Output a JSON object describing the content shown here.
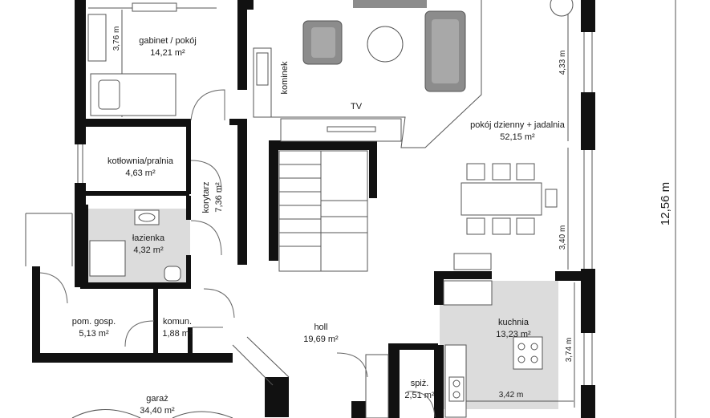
{
  "rooms": {
    "gabinet": {
      "name": "gabinet / pokój",
      "area": "14,21 m²"
    },
    "kotlownia": {
      "name": "kotłownia/pralnia",
      "area": "4,63 m²"
    },
    "lazienka": {
      "name": "łazienka",
      "area": "4,32 m²"
    },
    "korytarz": {
      "name": "korytarz",
      "area": "7,36 m²"
    },
    "pom_gosp": {
      "name": "pom. gosp.",
      "area": "5,13 m²"
    },
    "komun": {
      "name": "komun.",
      "area": "1,88 m²"
    },
    "holl": {
      "name": "holl",
      "area": "19,69 m²"
    },
    "pokoj_dzienny": {
      "name": "pokój dzienny + jadalnia",
      "area": "52,15 m²"
    },
    "kuchnia": {
      "name": "kuchnia",
      "area": "13,23 m²"
    },
    "spiz": {
      "name": "spiż.",
      "area": "2,51 m²"
    },
    "garaz": {
      "name": "garaż",
      "area": "34,40 m²"
    }
  },
  "labels": {
    "kominek": "kominek",
    "tv": "TV"
  },
  "dimensions": {
    "d_376": "3,76 m",
    "d_433": "4,33 m",
    "d_340": "3,40 m",
    "d_374": "3,74 m",
    "d_342": "3,42 m",
    "d_total": "12,56 m"
  }
}
